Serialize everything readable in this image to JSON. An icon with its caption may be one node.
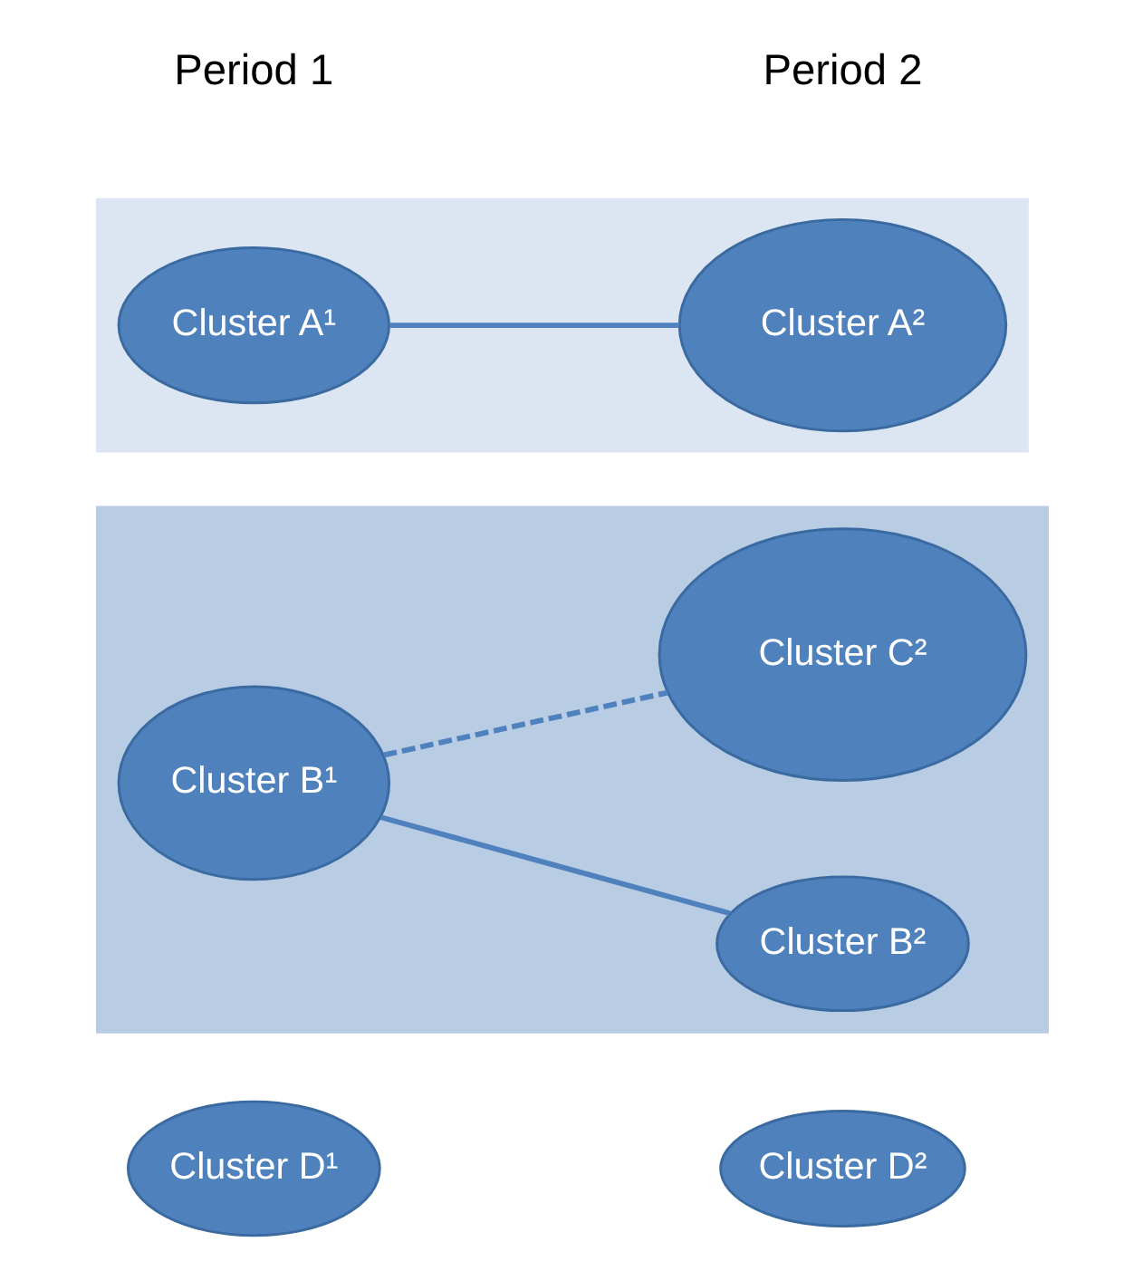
{
  "diagram": {
    "nodes": [
      {
        "text": [],
        "shape": "box"
      },
      {
        "text": [
          "Cluster A¹"
        ],
        "in": 0
      },
      {
        "text": [
          "Cluster A²"
        ],
        "in": 0
      },
      {
        "text": [],
        "shape": "box"
      },
      {
        "text": [
          "Cluster B¹"
        ],
        "in": 3
      },
      {
        "text": [
          "Cluster B²"
        ],
        "in": 3
      },
      {
        "text": [
          "Cluster C²"
        ],
        "in": 3
      },
      {
        "text": [
          "Cluster D¹"
        ]
      },
      {
        "text": [
          "Cluster D²"
        ]
      }
    ],
    "edges": [
      {
        "from": 1,
        "to": 2,
        "arrow": "none"
      },
      {
        "from": 4,
        "to": 5,
        "arrow": "none"
      },
      {
        "from": 4,
        "to": 6,
        "arrow": "none",
        "style": "dashed"
      }
    ],
    "labels": [
      "Period 1",
      "Period 2"
    ]
  }
}
